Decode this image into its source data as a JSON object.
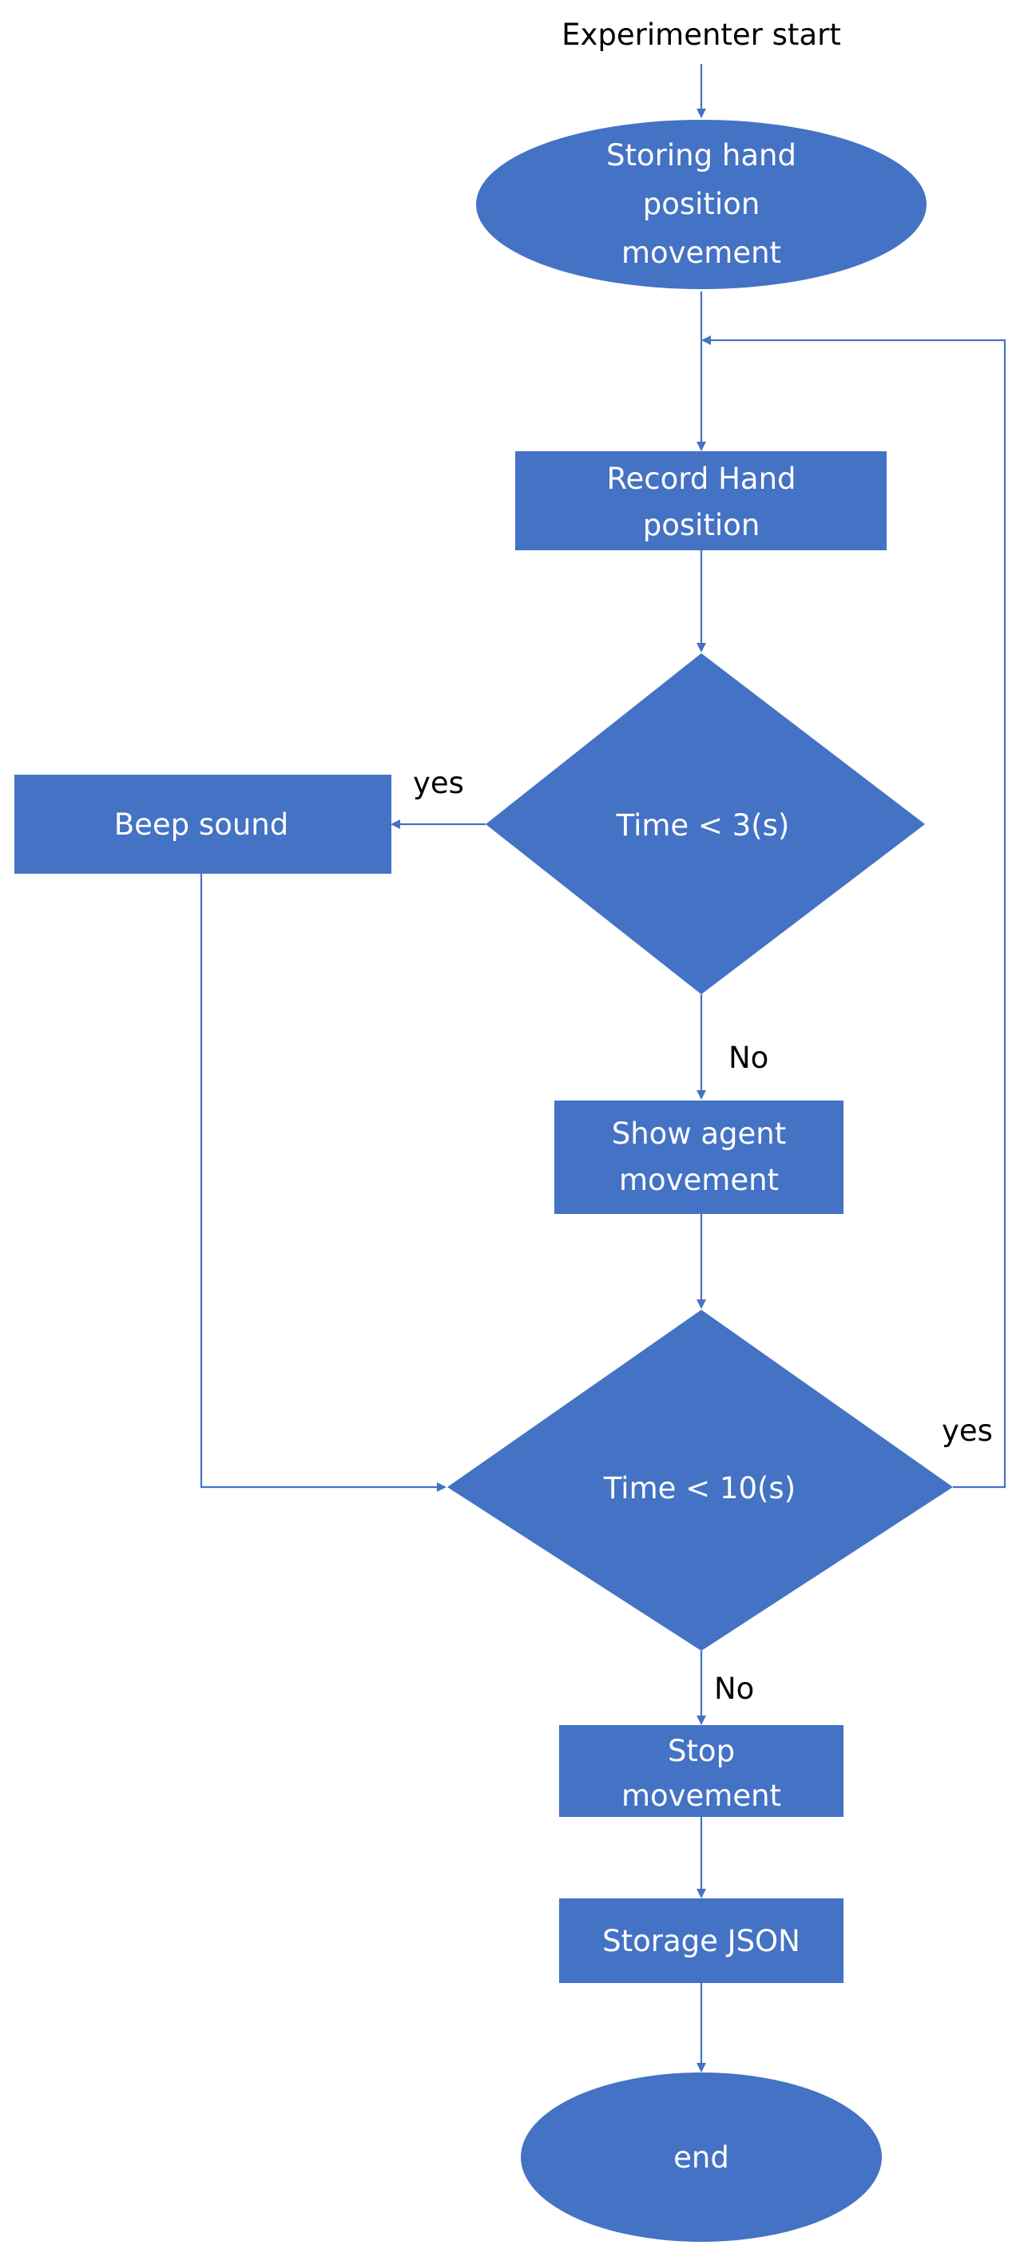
{
  "colors": {
    "node_fill": "#4472c4",
    "edge": "#4472c4",
    "node_text": "#ffffff",
    "label_text": "#000000"
  },
  "diagram": {
    "start_label": "Experimenter start",
    "nodes": {
      "storing": {
        "shape": "ellipse",
        "lines": [
          "Storing hand",
          "position",
          "movement"
        ]
      },
      "record": {
        "shape": "rectangle",
        "lines": [
          "Record Hand",
          "position"
        ]
      },
      "time3": {
        "shape": "diamond",
        "lines": [
          "Time < 3(s)"
        ]
      },
      "beep": {
        "shape": "rectangle",
        "lines": [
          "Beep sound"
        ]
      },
      "show": {
        "shape": "rectangle",
        "lines": [
          "Show agent",
          "movement"
        ]
      },
      "time10": {
        "shape": "diamond",
        "lines": [
          "Time < 10(s)"
        ]
      },
      "stop": {
        "shape": "rectangle",
        "lines": [
          "Stop",
          "movement"
        ]
      },
      "storage": {
        "shape": "rectangle",
        "lines": [
          "Storage JSON"
        ]
      },
      "end": {
        "shape": "ellipse",
        "lines": [
          "end"
        ]
      }
    },
    "edge_labels": {
      "time3_yes": "yes",
      "time3_no": "No",
      "time10_yes": "yes",
      "time10_no": "No"
    }
  }
}
